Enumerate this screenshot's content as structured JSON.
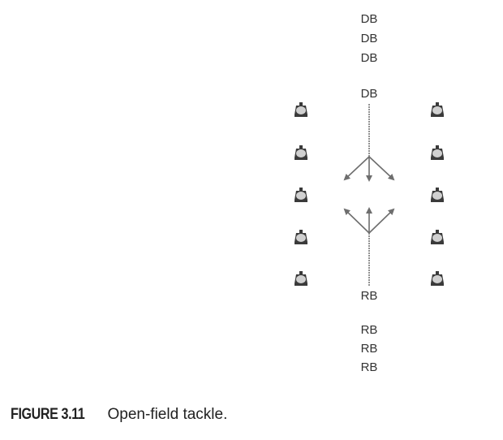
{
  "figure": {
    "number": "FIGURE 3.11",
    "title": "Open-field tackle."
  },
  "defenders": {
    "label": "DB",
    "queue": [
      "DB",
      "DB",
      "DB"
    ],
    "active": "DB"
  },
  "ball_carriers": {
    "label": "RB",
    "active": "RB",
    "queue": [
      "RB",
      "RB",
      "RB"
    ]
  },
  "cones": {
    "left_column_count": 5,
    "right_column_count": 5
  },
  "colors": {
    "line": "#6e6e6e",
    "text": "#333333",
    "cone_fill": "#d0d0d0",
    "cone_outline": "#3a3a3a"
  }
}
